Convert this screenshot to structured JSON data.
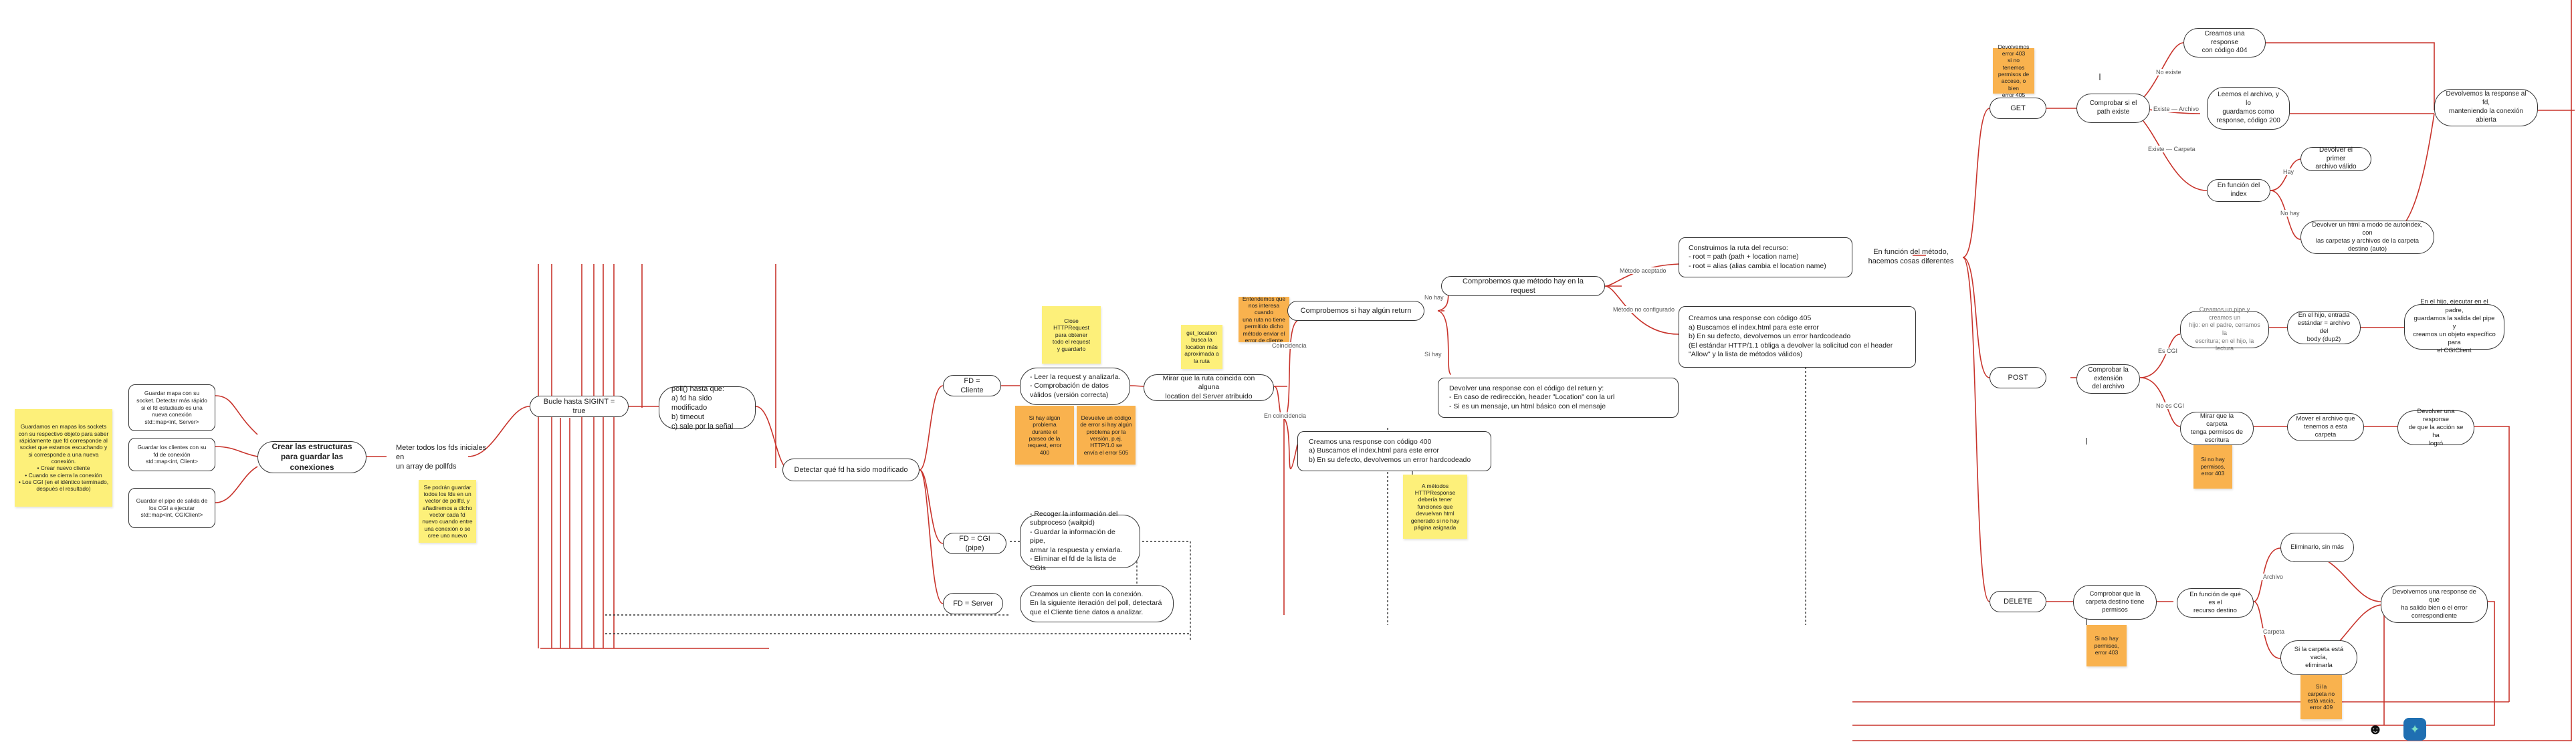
{
  "sticky_notes": {
    "s_intro": "Guardamos en mapas los sockets con su respectivo objeto para saber rápidamente que fd corresponde al socket que estamos escuchando y si corresponde a una nueva conexión.\n• Crear nuevo cliente\n• Cuando se cierra la conexión\n• Los CGI (en el idéntico terminado, después el resultado)",
    "s_poll": "Se podrán guardar todos los fds en un vector de pollfd, y añadiremos a dicho vector cada fd nuevo cuando entre una conexión o se cree uno nuevo",
    "s_close": "Close\nHTTPRequest\npara obtener\ntodo el request\ny guardarlo",
    "s_error400": "Si hay algún\nproblema\ndurante el\nparseo de la\nrequest, error\n400",
    "s_error505": "Devuelve un código\nde error si hay algún\nproblema por la\nversión, p.ej.\nHTTP/1.0 se\nenvía el error 505",
    "s_getlocation": "get_location\nbusca la\nlocation más\naproximada a\nla ruta",
    "s_orange_loc": "Entendemos que\nnos interesa cuando\nuna ruta no tiene\npermitido dicho\nmétodo enviar el\nerror de cliente",
    "s_custom": "A métodos\nHTTPResponse\ndebería tener\nfunciones que\ndevuelvan html\ngenerado si no hay\npágina asignada",
    "s_get_perm": "Devolvemos error 403\nsi no tenemos\npermisos de\nacceso, o bien\nerror 405",
    "s_post_403": "Si no hay\npermisos,\nerror 403",
    "s_del_403": "Si no hay\npermisos,\nerror 403",
    "s_del_409": "Si la\ncarpeta no\nestá vacía,\nerror 409"
  },
  "nodes": {
    "n_server": "Guardar mapa con su\nsocket. Detectar más rápido\nsi el fd estudiado es una\nnueva conexión\nstd::map<int, Server>",
    "n_clients": "Guardar los clientes con su\nfd de conexión\nstd::map<int, Client>",
    "n_cgi": "Guardar el pipe de salida de\nlos CGI a ejecutar\nstd::map<int, CGIClient>",
    "n_create": "Crear las estructuras\npara guardar las conexiones",
    "n_meter": "Meter todos los fds iniciales en\nun array de pollfds",
    "n_bucle": "Bucle hasta SIGINT = true",
    "n_poll": "poll() hasta que:\n  a) fd ha sido modificado\n  b) timeout\n  c) sale por la señal",
    "n_detect": "Detectar qué fd ha sido modificado",
    "n_fd_cliente": "FD = Cliente",
    "n_fd_cgi": "FD = CGI (pipe)",
    "n_fd_server": "FD = Server",
    "n_leer": "- Leer la request y analizarla.\n- Comprobación de datos\nválidos (versión correcta)",
    "n_recoger": "- Recoger la información del\nsubproceso (waitpid)\n- Guardar la información de pipe,\narmar la respuesta y enviarla.\n- Eliminar el fd de la lista de CGIs",
    "n_creamos_cliente": "Creamos un cliente con la conexión.\nEn la siguiente iteración del poll, detectará\nque el Cliente tiene datos a analizar.",
    "n_mirar": "Mirar que la ruta coincida con alguna\nlocation del Server atribuido",
    "n_return": "Comprobemos si hay algún return",
    "n_metodo": "Comprobemos que método hay en la request",
    "n_dev_return": "Devolver una response con el código del return y:\n- En caso de redirección, header \"Location\" con la url\n- Si es un mensaje, un html básico con el mensaje",
    "n_400": "Creamos una response con código 400\n   a) Buscamos el index.html para este error\n   b) En su defecto, devolvemos un error hardcodeado",
    "n_construimos": "Construimos la ruta del recurso:\n   - root = path (path + location name)\n   - root = alias (alias cambia el location name)",
    "n_405": "Creamos una response con código 405\n   a) Buscamos el index.html para este error\n   b) En su defecto, devolvemos un error hardcodeado\n(El estándar HTTP/1.1 obliga a devolver la solicitud con el header\n\"Allow\" y la lista de métodos válidos)",
    "n_funcion_metodo": "En función del método,\nhacemos cosas diferentes",
    "n_get": "GET",
    "n_post": "POST",
    "n_delete": "DELETE",
    "n_comprobar_path": "Comprobar si el\npath existe",
    "n_404": "Creamos una response\ncon código 404",
    "n_leemos": "Leemos el archivo, y lo\nguardamos como\nresponse, código 200",
    "n_index": "En función del index",
    "n_primer": "Devolver el primer\narchivo válido",
    "n_autoindex": "Devolver un html a modo de autoindex, con\nlas carpetas y archivos de la carpeta\ndestino (auto)",
    "n_dev_get": "Devolvemos la response al fd,\nmanteniendo la conexión abierta",
    "n_comprobar_ext": "Comprobar la extensión\ndel archivo",
    "n_cgi_pipe": "Creamos un pipe y creamos un\nhijo: en el padre, cerramos la\nescritura; en el hijo, la lectura",
    "n_hijo": "En el hijo, entrada\nestándar = archivo del\nbody (dup2)",
    "n_ejecutar": "En el hijo, ejecutar en el padre,\nguardamos la salida del pipe y\ncreamos un objeto específico para\nel CGIClient",
    "n_mirar_carpeta": "Mirar que la carpeta\ntenga permisos de\nescritura",
    "n_mover": "Mover el archivo que\ntenemos a esta carpeta",
    "n_dev_post": "Devolver una response\nde que la acción se ha\nlogró",
    "n_comprobar_carpeta": "Comprobar que la\ncarpeta destino tiene\npermisos",
    "n_funcion_tipo": "En función de qué es el\nrecurso destino",
    "n_eliminarlo": "Eliminarlo, sin más",
    "n_carpeta_vacia": "Si la carpeta está vacía,\neliminarla",
    "n_dev_delete": "Devolvemos una response de que\nha salido bien o el error\ncorrespondiente"
  },
  "edge_labels": {
    "l_coincide": "Coincidencia",
    "l_en_coincide": "En coincidencia",
    "l_no_hay": "No hay",
    "l_si_hay": "Sí hay",
    "l_met_aceptado": "Método aceptado",
    "l_met_no": "Método no configurado",
    "l_no_existe": "No existe",
    "l_existe_archivo": "Existe — Archivo",
    "l_existe_carpeta": "Existe — Carpeta",
    "l_hay": "Hay",
    "l_no_hay_idx": "No hay",
    "l_es_cgi": "Es CGI",
    "l_no_es_cgi": "No es CGI",
    "l_archivo": "Archivo",
    "l_carpeta": "Carpeta"
  },
  "icons": {
    "face": "smiley-face-icon",
    "app": "app-badge-icon",
    "face_glyph": "☻",
    "app_glyph": "✦"
  },
  "colors": {
    "connector_red": "#c8332b",
    "connector_black": "#333333",
    "sticky_yellow": "#fdf07a",
    "sticky_orange": "#f9b24e"
  }
}
